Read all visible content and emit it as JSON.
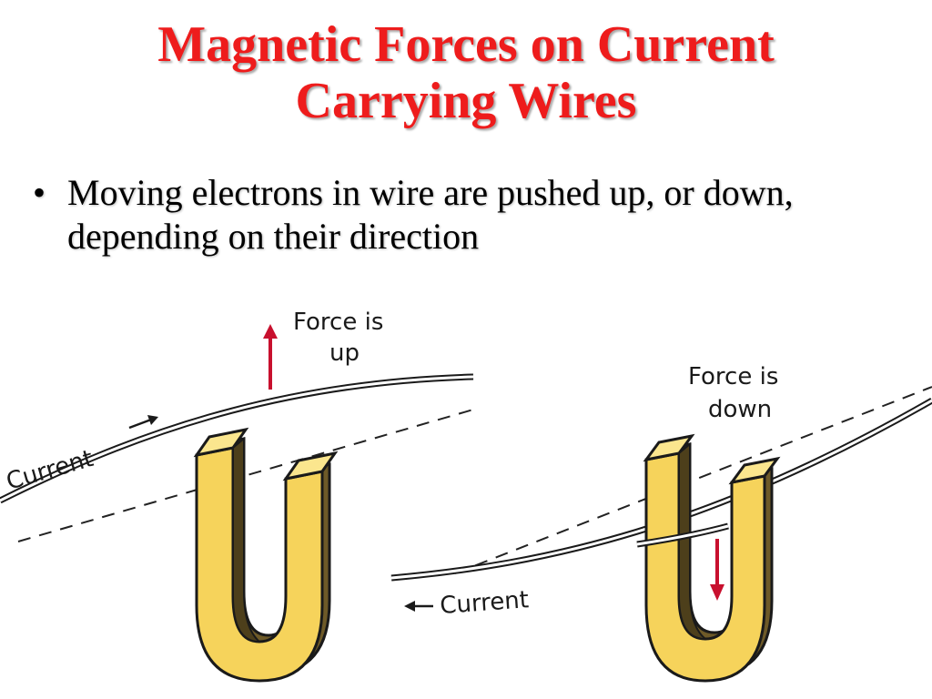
{
  "slide": {
    "title_line1": "Magnetic Forces on Current",
    "title_line2": "Carrying Wires",
    "bullets": [
      "Moving electrons in wire are pushed up, or down, depending on their direction"
    ]
  },
  "figure": {
    "left": {
      "force_line1": "Force is",
      "force_line2": "up",
      "current_label": "Current",
      "force_direction": "up"
    },
    "right": {
      "force_line1": "Force is",
      "force_line2": "down",
      "current_label": "Current",
      "force_direction": "down"
    },
    "colors": {
      "title": "#ee1c1c",
      "arrow": "#c8102e",
      "magnet_face": "#f6d35b",
      "magnet_side": "#6e5a28"
    }
  }
}
